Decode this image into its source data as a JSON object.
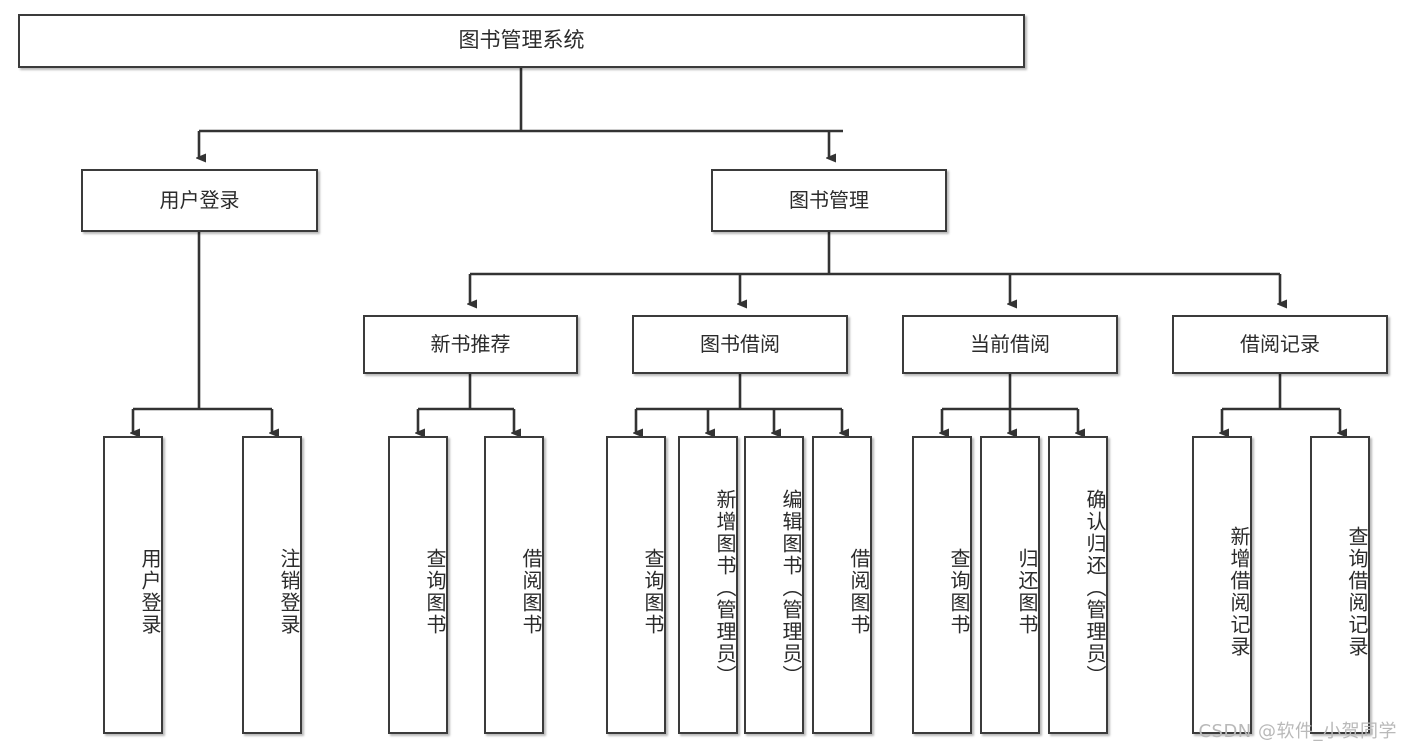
{
  "diagram": {
    "title": "图书管理系统",
    "type": "tree-hierarchy-chart",
    "root": {
      "label": "图书管理系统"
    },
    "level2": [
      {
        "label": "用户登录"
      },
      {
        "label": "图书管理"
      }
    ],
    "level3": [
      {
        "label": "新书推荐"
      },
      {
        "label": "图书借阅"
      },
      {
        "label": "当前借阅"
      },
      {
        "label": "借阅记录"
      }
    ],
    "leaves": {
      "user_login": [
        {
          "label": "用户登录"
        },
        {
          "label": "注销登录"
        }
      ],
      "new_book_recommend": [
        {
          "label": "查询图书"
        },
        {
          "label": "借阅图书"
        }
      ],
      "book_borrow": [
        {
          "label": "查询图书"
        },
        {
          "label": "新增图书（管理员）"
        },
        {
          "label": "编辑图书（管理员）"
        },
        {
          "label": "借阅图书"
        }
      ],
      "current_borrow": [
        {
          "label": "查询图书"
        },
        {
          "label": "归还图书"
        },
        {
          "label": "确认归还（管理员）"
        }
      ],
      "borrow_record": [
        {
          "label": "新增借阅记录"
        },
        {
          "label": "查询借阅记录"
        }
      ]
    }
  },
  "watermark": {
    "text": "CSDN @软件_小贺同学"
  },
  "colors": {
    "box_border": "#3b3b3b",
    "box_fill": "#ffffff",
    "connector": "#333333",
    "text": "#2b2b2b",
    "watermark": "#b9b9b9"
  }
}
